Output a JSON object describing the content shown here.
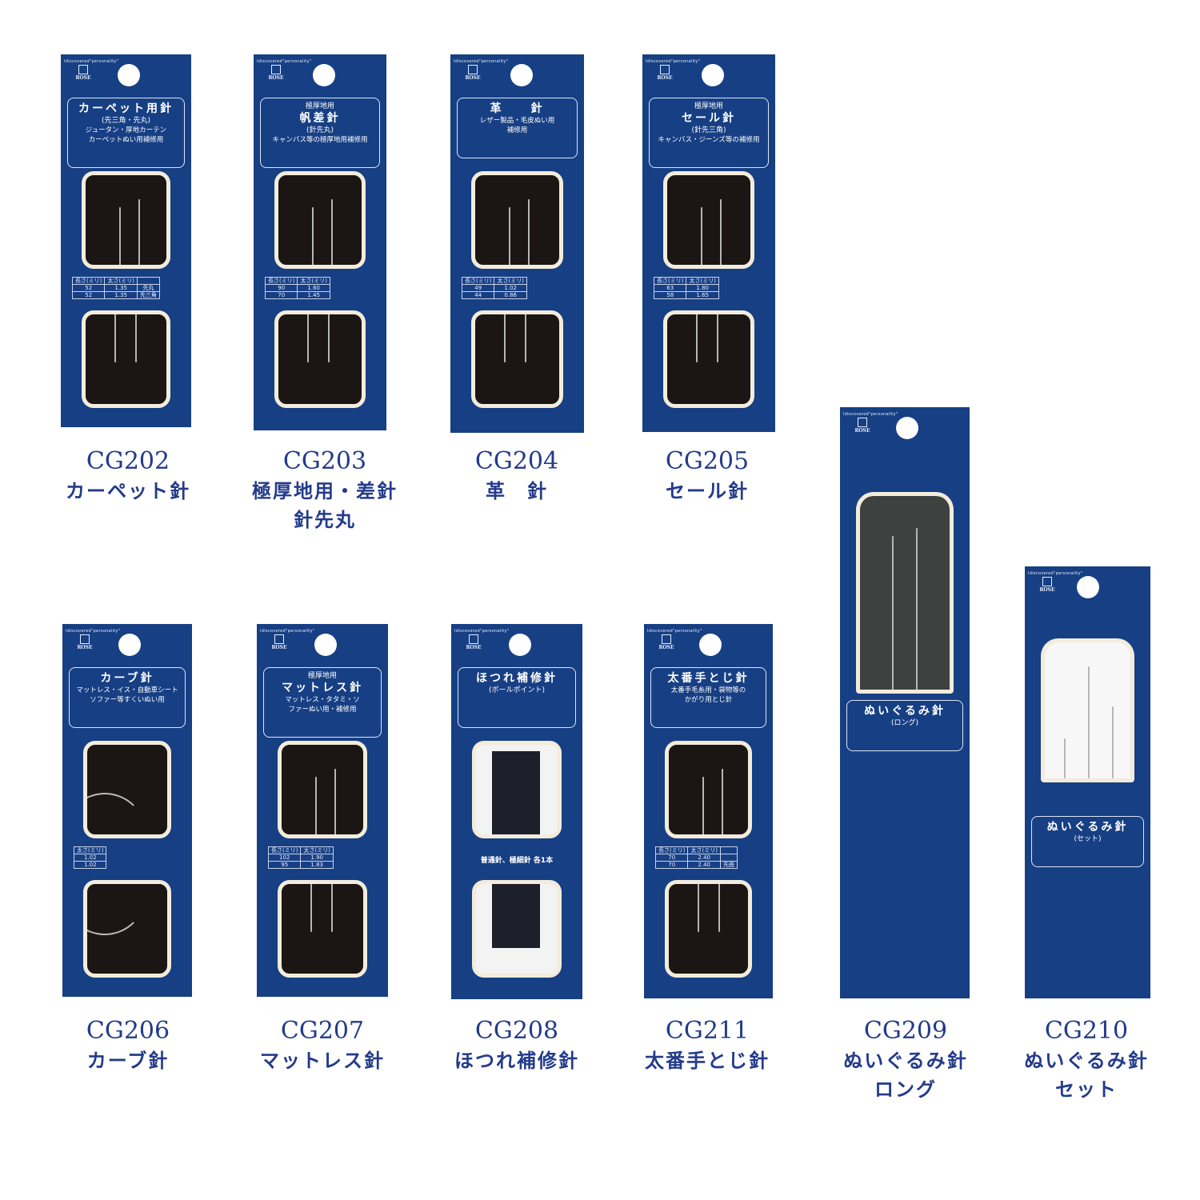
{
  "logo": {
    "arc_text": "Idiscovered\"personality\"",
    "brand": "ROSE"
  },
  "products": [
    {
      "code": "CG202",
      "name": "カーペット針",
      "label": {
        "title": "カーペット用針",
        "sub": "(先三角・先丸)",
        "desc": [
          "ジュータン・厚地カーテン",
          "カーペットぬい用補修用"
        ]
      },
      "table": {
        "headers": [
          "長さ(ミリ)",
          "太さ(ミリ)",
          ""
        ],
        "rows": [
          [
            "52",
            "1.35",
            "先丸"
          ],
          [
            "52",
            "1.35",
            "先三角"
          ]
        ]
      }
    },
    {
      "code": "CG203",
      "name": "極厚地用・差針",
      "name2": "針先丸",
      "label": {
        "pre": "極厚地用",
        "title": "帆差針",
        "sub": "(針先丸)",
        "desc": [
          "キャンバス等の極厚地用補修用"
        ]
      },
      "table": {
        "headers": [
          "長さ(ミリ)",
          "太さ(ミリ)"
        ],
        "rows": [
          [
            "90",
            "1.60"
          ],
          [
            "70",
            "1.45"
          ]
        ]
      }
    },
    {
      "code": "CG204",
      "name": "革　針",
      "label": {
        "title": "革　　針",
        "desc": [
          "レザー製品・毛皮ぬい用",
          "補修用"
        ]
      },
      "table": {
        "headers": [
          "長さ(ミリ)",
          "太さ(ミリ)"
        ],
        "rows": [
          [
            "49",
            "1.02"
          ],
          [
            "44",
            "0.86"
          ]
        ]
      }
    },
    {
      "code": "CG205",
      "name": "セール針",
      "label": {
        "pre": "極厚地用",
        "title": "セール針",
        "sub": "(針先三角)",
        "desc": [
          "キャンバス・ジーンズ等の補修用"
        ]
      },
      "table": {
        "headers": [
          "長さ(ミリ)",
          "太さ(ミリ)"
        ],
        "rows": [
          [
            "63",
            "1.80"
          ],
          [
            "58",
            "1.65"
          ]
        ]
      }
    },
    {
      "code": "CG206",
      "name": "カーブ針",
      "label": {
        "title": "カーブ針",
        "desc": [
          "マットレス・イス・自動車シート",
          "ソファー等すくいぬい用"
        ]
      },
      "table": {
        "headers": [
          "太さ(ミリ)"
        ],
        "rows": [
          [
            "1.02"
          ],
          [
            "1.02"
          ]
        ]
      }
    },
    {
      "code": "CG207",
      "name": "マットレス針",
      "label": {
        "pre": "極厚地用",
        "title": "マットレス針",
        "desc": [
          "マットレス・タタミ・ソ",
          "ファーぬい用・補修用"
        ]
      },
      "table": {
        "headers": [
          "長さ(ミリ)",
          "太さ(ミリ)"
        ],
        "rows": [
          [
            "102",
            "1.90"
          ],
          [
            "95",
            "1.83"
          ]
        ]
      }
    },
    {
      "code": "CG208",
      "name": "ほつれ補修針",
      "label": {
        "title": "ほつれ補修針",
        "sub": "(ボールポイント)"
      },
      "note": "普通針、極細針 各1本"
    },
    {
      "code": "CG211",
      "name": "太番手とじ針",
      "label": {
        "title": "太番手とじ針",
        "desc": [
          "太番手毛糸用・袋物等の",
          "かがり用とじ針"
        ]
      },
      "table": {
        "headers": [
          "長さ(ミリ)",
          "太さ(ミリ)",
          ""
        ],
        "rows": [
          [
            "70",
            "2.40",
            ""
          ],
          [
            "70",
            "2.40",
            "先曲"
          ]
        ]
      }
    },
    {
      "code": "CG209",
      "name": "ぬいぐるみ針",
      "name2": "ロング",
      "label": {
        "title": "ぬいぐるみ針",
        "sub": "(ロング)"
      }
    },
    {
      "code": "CG210",
      "name": "ぬいぐるみ針",
      "name2": "セット",
      "label": {
        "title": "ぬいぐるみ針",
        "sub": "(セット)"
      }
    }
  ],
  "colors": {
    "card": "#173f84",
    "caption": "#233b8a",
    "window_frame": "#f3ecdb"
  }
}
